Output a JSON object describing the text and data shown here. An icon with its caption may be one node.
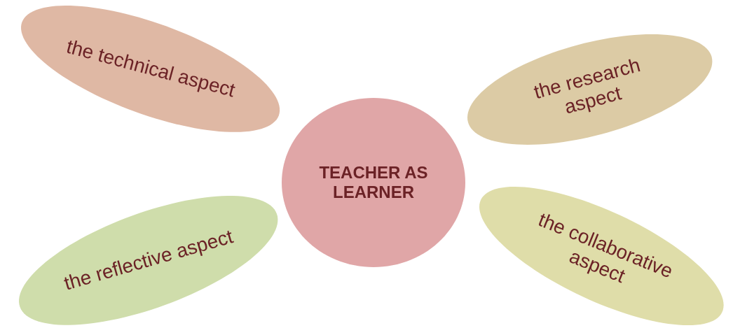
{
  "diagram": {
    "nodes": [
      {
        "text": [
          "the technical aspect"
        ]
      },
      {
        "text": [
          "the research aspect"
        ]
      },
      {
        "text": [
          "TEACHER AS LEARNER"
        ]
      },
      {
        "text": [
          "the reflective aspect"
        ]
      },
      {
        "text": [
          "the collaborative aspect"
        ]
      }
    ]
  }
}
